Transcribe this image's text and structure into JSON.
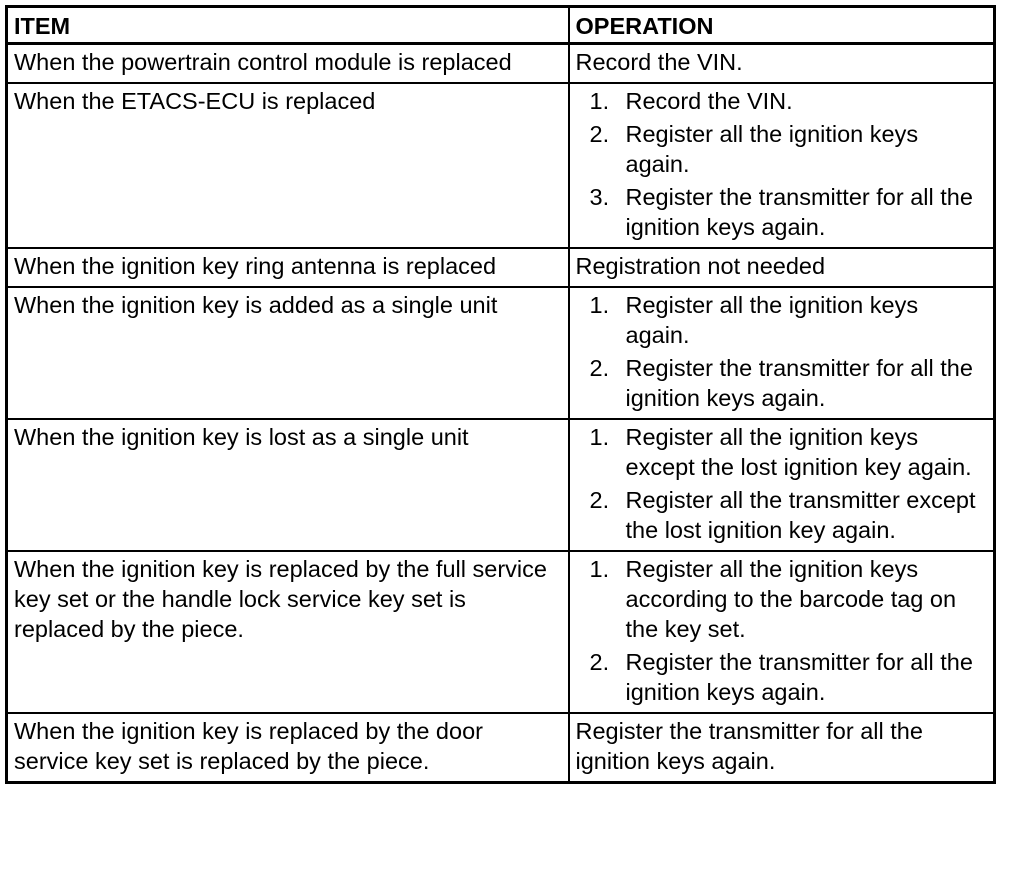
{
  "table": {
    "headers": {
      "item": "ITEM",
      "operation": "OPERATION"
    },
    "rows": [
      {
        "item": "When the powertrain control module is replaced",
        "operation": "Record the VIN."
      },
      {
        "item": "When the ETACS-ECU is replaced",
        "steps": [
          {
            "num": "1.",
            "text": "Record the VIN."
          },
          {
            "num": "2.",
            "text": "Register all the ignition keys again."
          },
          {
            "num": "3.",
            "text": "Register the transmitter for all the ignition keys again."
          }
        ]
      },
      {
        "item": "When the ignition key ring antenna is replaced",
        "operation": "Registration not needed"
      },
      {
        "item": "When the ignition key is added as a single unit",
        "steps": [
          {
            "num": "1.",
            "text": "Register all the ignition keys again."
          },
          {
            "num": "2.",
            "text": "Register the transmitter for all the ignition keys again."
          }
        ]
      },
      {
        "item": "When the ignition key is lost as a single unit",
        "steps": [
          {
            "num": "1.",
            "text": "Register all the ignition keys except the lost ignition key again."
          },
          {
            "num": "2.",
            "text": "Register all the transmitter except the lost ignition key again."
          }
        ]
      },
      {
        "item": "When the ignition key is replaced by the full service key set or the handle lock service key set is replaced by the piece.",
        "steps": [
          {
            "num": "1.",
            "text": "Register all the ignition keys according to the barcode tag on the key set."
          },
          {
            "num": "2.",
            "text": "Register the transmitter for all the ignition keys again."
          }
        ]
      },
      {
        "item": "When the ignition key is replaced by the door service key set is replaced by the piece.",
        "operation": "Register the transmitter for all the ignition keys again."
      }
    ]
  }
}
